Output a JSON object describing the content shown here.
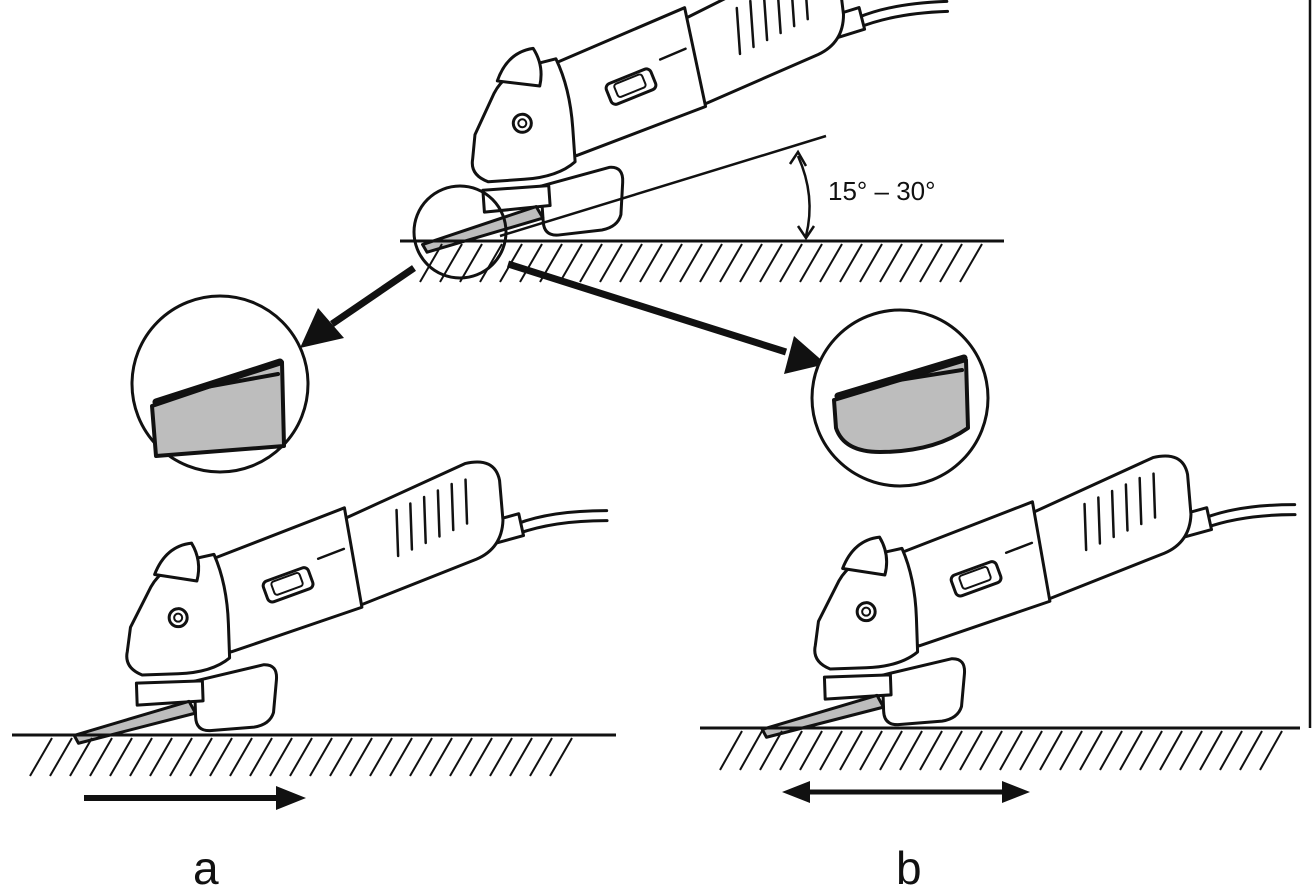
{
  "diagram": {
    "angle_label": "15° – 30°",
    "panel_a_label": "a",
    "panel_b_label": "b"
  },
  "colors": {
    "line": "#111111",
    "disc_fill": "#bdbdbd",
    "background": "#ffffff"
  },
  "icons": {
    "tool": "angle-grinder-icon",
    "detail": "grinding-disc-detail-icon",
    "motion_a": "arrow-right-icon",
    "motion_b": "double-arrow-icon"
  }
}
